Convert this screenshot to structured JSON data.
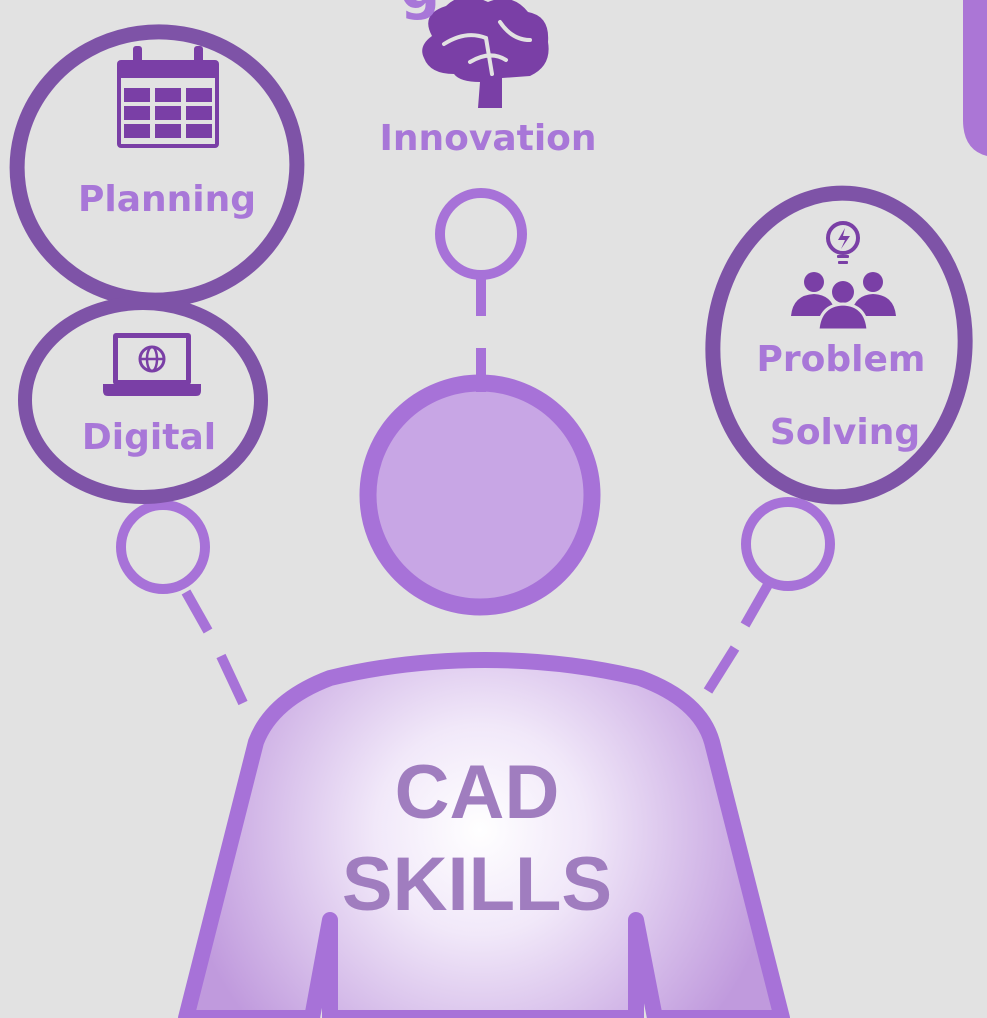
{
  "heading_fragment": "g",
  "center_text": {
    "line1": "CAD",
    "line2": "SKILLS"
  },
  "skills": [
    {
      "label": "Planning",
      "icon": "calendar-icon"
    },
    {
      "label": "Innovation",
      "icon": "brain-icon"
    },
    {
      "label": "Digital",
      "icon": "laptop-globe-icon"
    },
    {
      "label": "Problem",
      "label_line2": "Solving",
      "icon": "team-lightbulb-icon"
    }
  ],
  "colors": {
    "background": "#e2e2e2",
    "label_purple": "#a877d8",
    "icon_purple": "#7a3fa6",
    "ring_dark": "#7e53a7",
    "pin_purple": "#a772d8",
    "body_fill": "#c8a6e5",
    "center_text": "#a07dbf"
  }
}
